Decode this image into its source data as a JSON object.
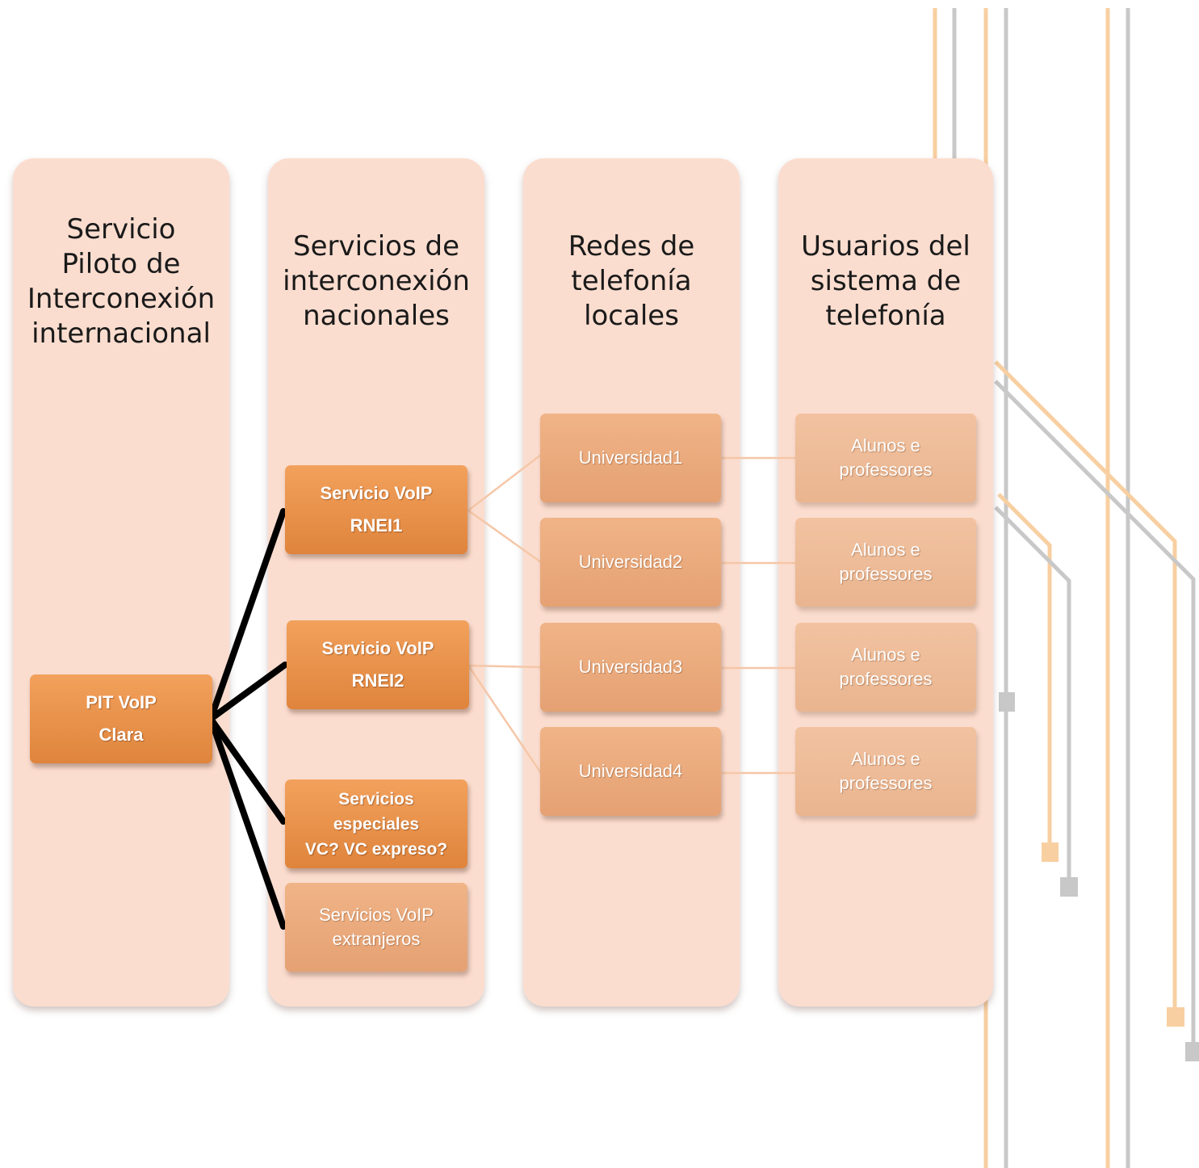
{
  "columns": [
    {
      "title": "Servicio\nPiloto de\nInterconexión\ninternacional"
    },
    {
      "title": "Servicios de\ninterconexión\nnacionales"
    },
    {
      "title": "Redes de\ntelefonía\nlocales"
    },
    {
      "title": "Usuarios del\nsistema de\ntelefonía"
    }
  ],
  "international": {
    "pit": "PIT VoIP\nClara"
  },
  "national": {
    "rnei1": "Servicio VoIP\nRNEI1",
    "rnei2": "Servicio VoIP\nRNEI2",
    "especiales": "Servicios\nespeciales\nVC? VC expreso?",
    "extranjeros": "Servicios VoIP\nextranjeros"
  },
  "local_networks": [
    "Universidad1",
    "Universidad2",
    "Universidad3",
    "Universidad4"
  ],
  "users": [
    "Alunos e\nprofessores",
    "Alunos e\nprofessores",
    "Alunos e\nprofessores",
    "Alunos e\nprofessores"
  ],
  "colors": {
    "column_bg": "#fbddcf",
    "node_strong": "#e89048",
    "node_soft": "#eba97c",
    "thin_connector": "#f5c7a8",
    "thick_connector": "#000000",
    "deco_orange": "#f8cfa1",
    "deco_gray": "#c8c8c8"
  },
  "connections": {
    "thick": [
      [
        "pit",
        "rnei1"
      ],
      [
        "pit",
        "rnei2"
      ],
      [
        "pit",
        "especiales"
      ],
      [
        "pit",
        "extranjeros"
      ]
    ],
    "thin": [
      [
        "rnei1",
        "uni1"
      ],
      [
        "rnei1",
        "uni2"
      ],
      [
        "rnei2",
        "uni3"
      ],
      [
        "rnei2",
        "uni4"
      ],
      [
        "uni1",
        "user1"
      ],
      [
        "uni2",
        "user2"
      ],
      [
        "uni3",
        "user3"
      ],
      [
        "uni4",
        "user4"
      ]
    ]
  }
}
